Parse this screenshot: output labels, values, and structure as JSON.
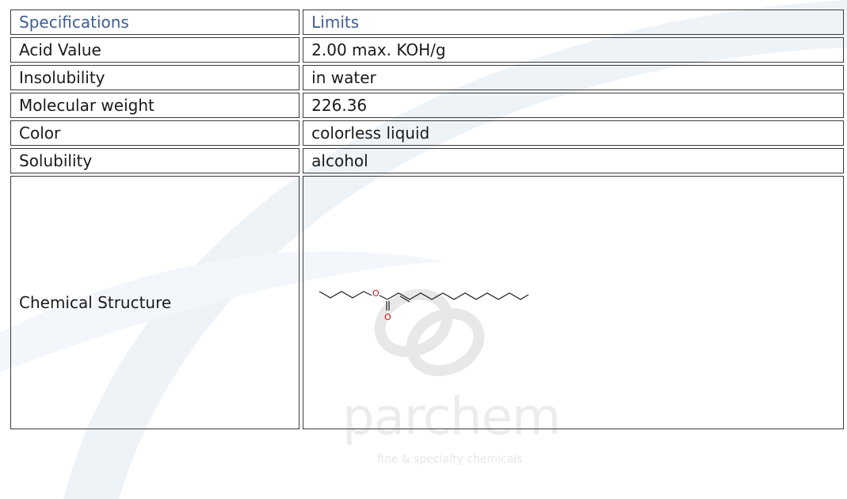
{
  "table": {
    "header": {
      "specifications": "Specifications",
      "limits": "Limits"
    },
    "rows": [
      {
        "spec": "Acid Value",
        "limit": "2.00 max. KOH/g"
      },
      {
        "spec": "Insolubility",
        "limit": "in water"
      },
      {
        "spec": "Molecular weight",
        "limit": "226.36"
      },
      {
        "spec": "Color",
        "limit": "colorless liquid"
      },
      {
        "spec": "Solubility",
        "limit": "alcohol"
      }
    ],
    "structure_row": {
      "spec": "Chemical Structure",
      "atom_o_top": "O",
      "atom_o_bottom": "O"
    }
  },
  "watermark": {
    "word": "parchem",
    "tagline": "fine & specialty chemicals"
  },
  "colors": {
    "header_text": "#3f5e94",
    "border": "#3b3b3b",
    "oxygen": "#e01010",
    "swoosh": "#eef3f8"
  }
}
